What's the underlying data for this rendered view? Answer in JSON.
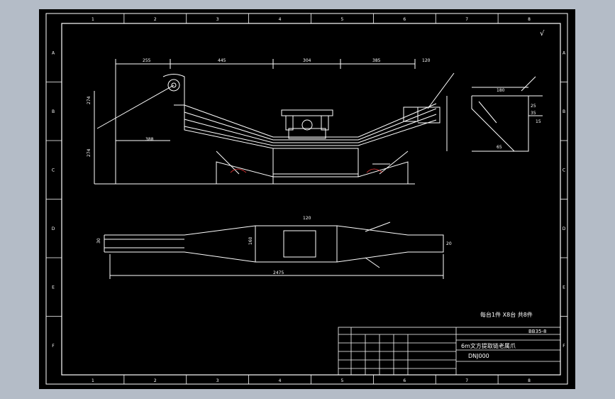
{
  "grid": {
    "columns": [
      "1",
      "2",
      "3",
      "4",
      "5",
      "6",
      "7",
      "8"
    ],
    "rows": [
      "A",
      "B",
      "C",
      "D",
      "E",
      "F"
    ]
  },
  "surface_symbol": "√",
  "annotations": {
    "qty_note": "每台1件 X8台   共8件",
    "dims": {
      "d255": "255",
      "d445": "445",
      "d304": "304",
      "d385": "385",
      "d120": "120",
      "d180": "180",
      "d274a": "274",
      "d274b": "274",
      "d388": "388",
      "d2475": "2475",
      "d120b": "120",
      "d160": "160",
      "d25": "25",
      "d35": "35",
      "d15": "15",
      "d65": "65",
      "d30": "30",
      "d20": "20"
    }
  },
  "title_block": {
    "drawing_no": "BB35-8",
    "part_name": "6m文方提取链老属爪",
    "model": "DNJ000"
  },
  "colors": {
    "border": "#ffffff",
    "part": "#ffffff",
    "hatch": "#ff3b3b",
    "dimension": "#ffffff"
  }
}
